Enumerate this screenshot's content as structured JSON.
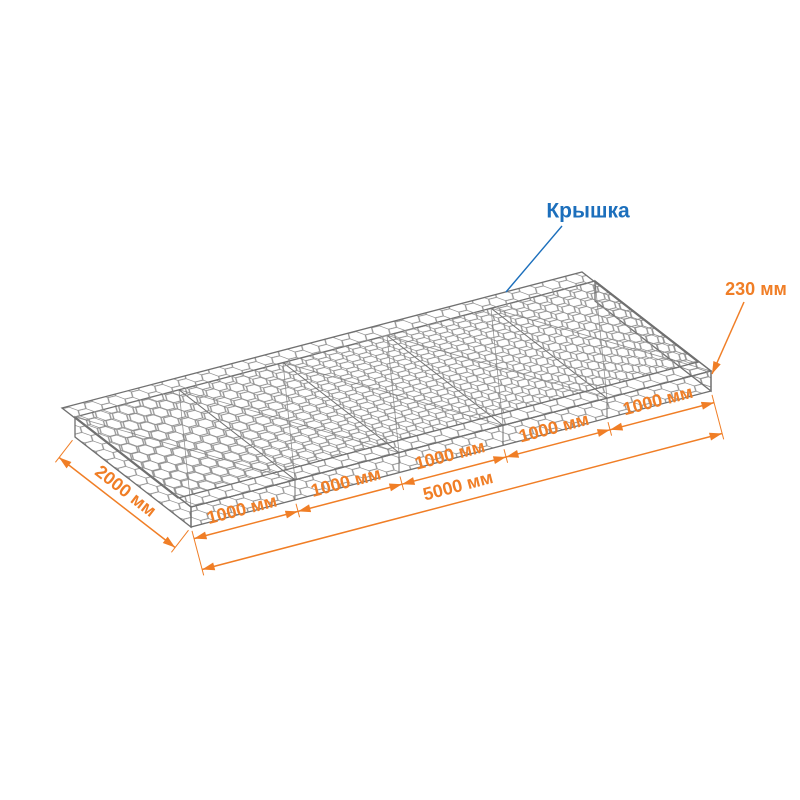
{
  "diagram": {
    "lid_label": "Крышка",
    "thickness_label": "230 мм",
    "width_label": "2000 мм",
    "length_total_label": "5000 мм",
    "section_labels": [
      "1000 мм",
      "1000 мм",
      "1000 мм",
      "1000 мм",
      "1000 мм"
    ]
  },
  "colors": {
    "dimension": "#F07E26",
    "callout": "#1C6FBC",
    "mesh": "#909090",
    "edge": "#707070"
  }
}
